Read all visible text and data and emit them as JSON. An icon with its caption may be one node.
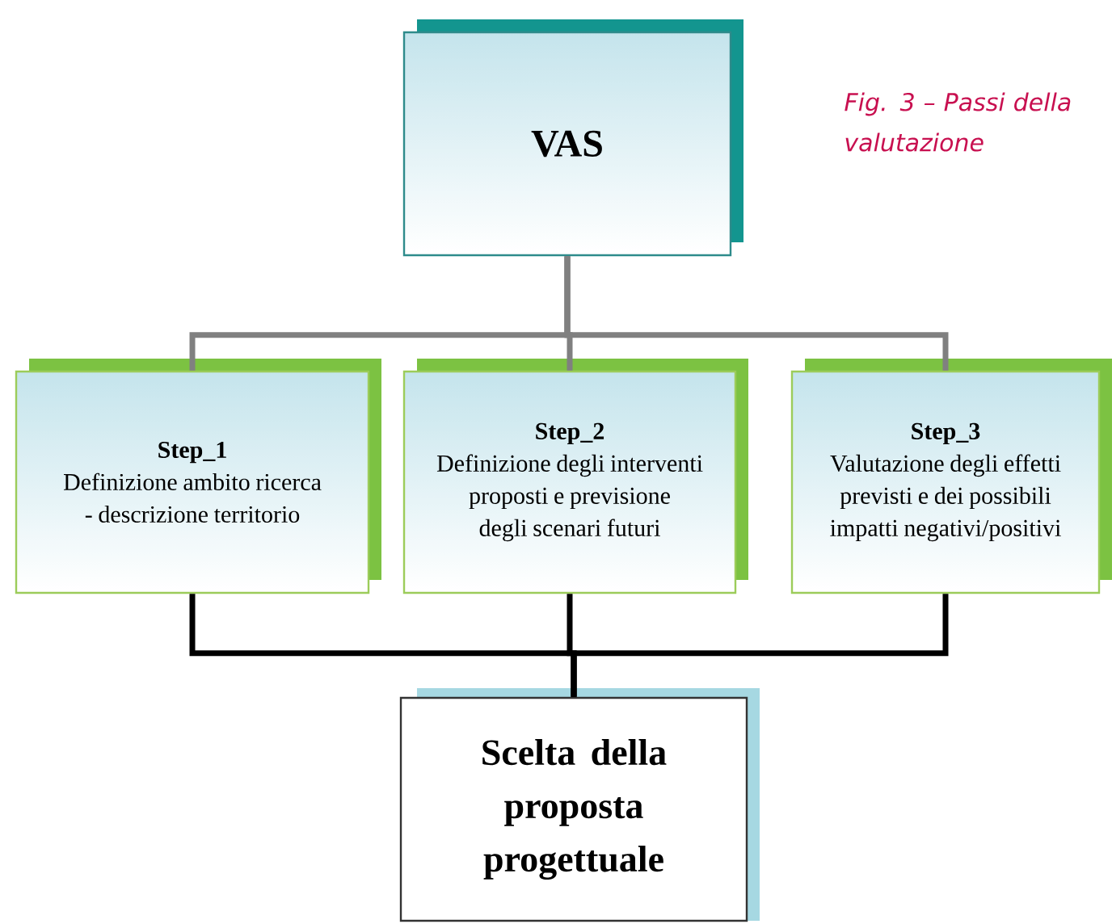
{
  "diagram": {
    "caption": "Fig. 3 – Passi della valutazione",
    "nodes": [
      {
        "text": [
          "VAS"
        ]
      },
      {
        "text": [
          "Step_1",
          "Definizione ambito ricerca - descrizione territorio"
        ]
      },
      {
        "text": [
          "Step_2",
          "Definizione degli interventi proposti e previsione degli scenari futuri"
        ]
      },
      {
        "text": [
          "Step_3",
          "Valutazione degli effetti previsti e dei possibili impatti negativi/positivi"
        ]
      },
      {
        "text": [
          "Scelta della proposta progettuale"
        ]
      }
    ],
    "edges": [
      {
        "from": 0,
        "to": 1,
        "arrow": "none"
      },
      {
        "from": 0,
        "to": 2,
        "arrow": "none"
      },
      {
        "from": 0,
        "to": 3,
        "arrow": "none"
      },
      {
        "from": 1,
        "to": 4,
        "arrow": "none",
        "color": "#000000"
      },
      {
        "from": 2,
        "to": 4,
        "arrow": "none",
        "color": "#000000"
      },
      {
        "from": 3,
        "to": 4,
        "arrow": "none",
        "color": "#000000"
      }
    ]
  }
}
